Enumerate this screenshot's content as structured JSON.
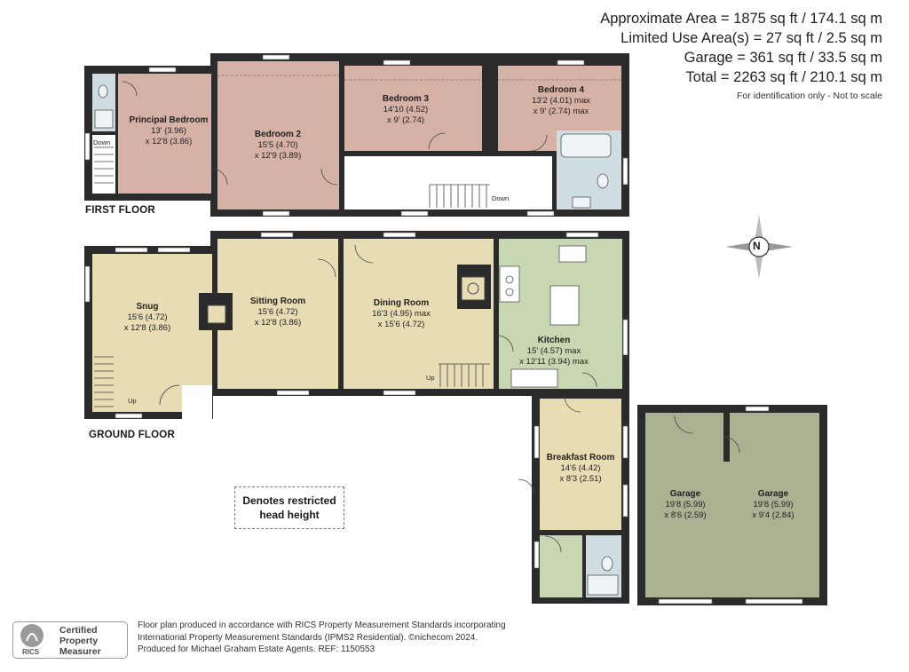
{
  "areas": {
    "approx": "Approximate Area = 1875 sq ft / 174.1 sq m",
    "limited": "Limited Use Area(s) = 27 sq ft / 2.5 sq m",
    "garage": "Garage = 361 sq ft / 33.5 sq m",
    "total": "Total = 2263 sq ft / 210.1 sq m",
    "note": "For identification only - Not to scale"
  },
  "floors": {
    "first": "FIRST FLOOR",
    "ground": "GROUND FLOOR"
  },
  "rooms": {
    "principal": {
      "name": "Principal Bedroom",
      "d1": "13' (3.96)",
      "d2": "x 12'8 (3.86)"
    },
    "bed2": {
      "name": "Bedroom 2",
      "d1": "15'5 (4.70)",
      "d2": "x 12'9 (3.89)"
    },
    "bed3": {
      "name": "Bedroom 3",
      "d1": "14'10 (4.52)",
      "d2": "x 9' (2.74)"
    },
    "bed4": {
      "name": "Bedroom 4",
      "d1": "13'2 (4.01) max",
      "d2": "x 9' (2.74) max"
    },
    "snug": {
      "name": "Snug",
      "d1": "15'6 (4.72)",
      "d2": "x 12'8 (3.86)"
    },
    "sitting": {
      "name": "Sitting Room",
      "d1": "15'6 (4.72)",
      "d2": "x 12'8 (3.86)"
    },
    "dining": {
      "name": "Dining Room",
      "d1": "16'3 (4.95) max",
      "d2": "x 15'6 (4.72)"
    },
    "kitchen": {
      "name": "Kitchen",
      "d1": "15' (4.57) max",
      "d2": "x 12'11 (3.94) max"
    },
    "breakfast": {
      "name": "Breakfast Room",
      "d1": "14'6 (4.42)",
      "d2": "x 8'3 (2.51)"
    },
    "garage1": {
      "name": "Garage",
      "d1": "19'8 (5.99)",
      "d2": "x 8'6 (2.59)"
    },
    "garage2": {
      "name": "Garage",
      "d1": "19'8 (5.99)",
      "d2": "x 9'4 (2.84)"
    }
  },
  "stairs": {
    "down": "Down",
    "up": "Up"
  },
  "restricted": {
    "line1": "Denotes restricted",
    "line2": "head height"
  },
  "footer": {
    "l1": "Floor plan produced in accordance with RICS Property Measurement Standards incorporating",
    "l2": "International Property Measurement Standards (IPMS2 Residential).  ©nichecom 2024.",
    "l3": "Produced for Michael Graham Estate Agents.   REF:  1150553"
  },
  "badge": {
    "word": "RICS",
    "t1": "Certified",
    "t2": "Property",
    "t3": "Measurer"
  },
  "compass": {
    "letter": "N"
  },
  "colors": {
    "bedroom": "#d5b1a6",
    "living": "#e8dcb5",
    "kitchen": "#c6d7b1",
    "garage": "#aab291",
    "bath": "#cfdce1",
    "wall": "#2b2b2b"
  }
}
